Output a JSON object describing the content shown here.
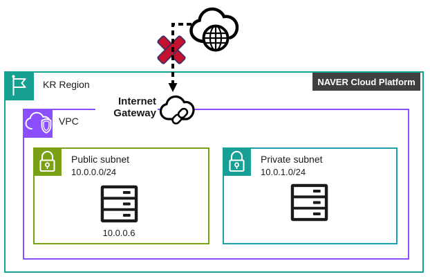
{
  "region": {
    "label": "KR Region",
    "icon": "flag-icon"
  },
  "platform_badge": {
    "label": "NAVER Cloud Platform"
  },
  "vpc": {
    "label": "VPC",
    "icon": "cloud-shield-icon"
  },
  "internet": {
    "icon": "cloud-globe-icon"
  },
  "internet_gateway": {
    "label": "Internet Gateway",
    "icon": "cloud-link-icon"
  },
  "connection": {
    "status": "blocked",
    "icon": "red-x-icon",
    "style": "dashed-arrow-down"
  },
  "subnets": [
    {
      "name": "Public subnet",
      "cidr": "10.0.0.0/24",
      "icon": "padlock-icon",
      "server": {
        "icon": "server-rack-icon",
        "label": "10.0.0.6"
      }
    },
    {
      "name": "Private subnet",
      "cidr": "10.0.1.0/24",
      "icon": "padlock-icon",
      "server": {
        "icon": "server-rack-icon",
        "label": ""
      }
    }
  ],
  "colors": {
    "region_teal": "#17A092",
    "vpc_purple": "#8C4FFF",
    "public_subnet_green": "#7AA116",
    "private_subnet_teal": "#1C9FA8",
    "private_icon_teal": "#18A096",
    "badge_bg": "#3F3F3F",
    "badge_text": "#FFFFFF",
    "blocked_x_red": "#C31230",
    "blocked_x_outline": "#2A3166",
    "line_black": "#000000"
  }
}
